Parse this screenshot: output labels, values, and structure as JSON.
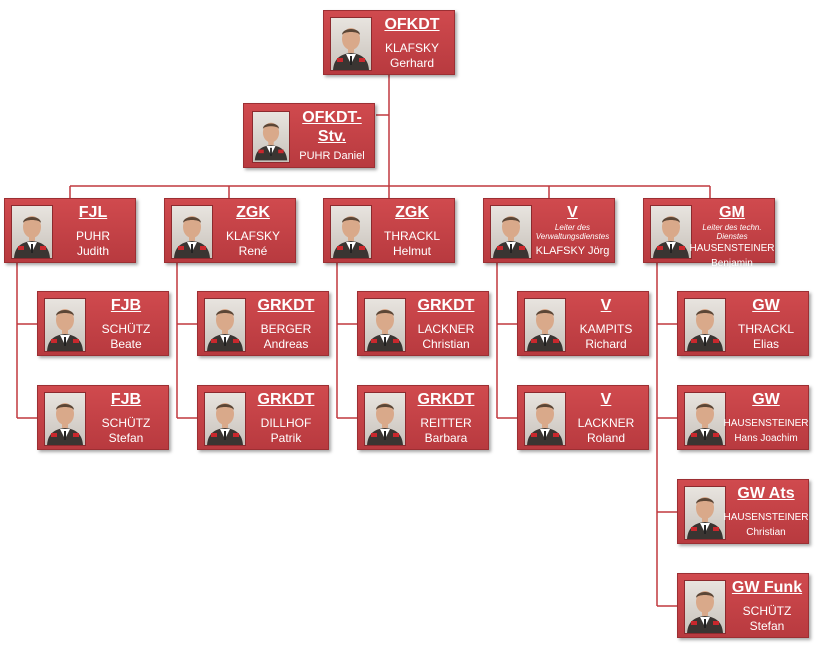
{
  "chart": {
    "top": {
      "role": "OFKDT",
      "surname": "KLAFSKY",
      "firstname": "Gerhard"
    },
    "deputy": {
      "role_line1": "OFKDT-",
      "role_line2": "Stv.",
      "name": "PUHR Daniel"
    },
    "departments": [
      {
        "role": "FJL",
        "surname": "PUHR",
        "firstname": "Judith"
      },
      {
        "role": "ZGK",
        "surname": "KLAFSKY",
        "firstname": "René"
      },
      {
        "role": "ZGK",
        "surname": "THRACKL",
        "firstname": "Helmut"
      },
      {
        "role": "V",
        "subtitle": "Leiter des Verwaltungsdienstes",
        "name": "KLAFSKY Jörg"
      },
      {
        "role": "GM",
        "subtitle": "Leiter des techn. Dienstes",
        "surname": "HAUSENSTEINER",
        "firstname": "Benjamin"
      }
    ],
    "members": [
      [
        {
          "role": "FJB",
          "surname": "SCHÜTZ",
          "firstname": "Beate"
        },
        {
          "role": "FJB",
          "surname": "SCHÜTZ",
          "firstname": "Stefan"
        }
      ],
      [
        {
          "role": "GRKDT",
          "surname": "BERGER",
          "firstname": "Andreas"
        },
        {
          "role": "GRKDT",
          "surname": "DILLHOF",
          "firstname": "Patrik"
        }
      ],
      [
        {
          "role": "GRKDT",
          "surname": "LACKNER",
          "firstname": "Christian"
        },
        {
          "role": "GRKDT",
          "surname": "REITTER",
          "firstname": "Barbara"
        }
      ],
      [
        {
          "role": "V",
          "surname": "KAMPITS",
          "firstname": "Richard"
        },
        {
          "role": "V",
          "surname": "LACKNER",
          "firstname": "Roland"
        }
      ],
      [
        {
          "role": "GW",
          "surname": "THRACKL",
          "firstname": "Elias"
        },
        {
          "role": "GW",
          "surname": "HAUSENSTEINER",
          "firstname": "Hans Joachim"
        },
        {
          "role": "GW Ats",
          "surname": "HAUSENSTEINER",
          "firstname": "Christian"
        },
        {
          "role": "GW Funk",
          "surname": "SCHÜTZ",
          "firstname": "Stefan"
        }
      ]
    ]
  },
  "colors": {
    "box": "#c4434a",
    "line": "#c0393f",
    "text": "#ffffff"
  },
  "icons": {
    "photo": "person-photo-icon"
  }
}
